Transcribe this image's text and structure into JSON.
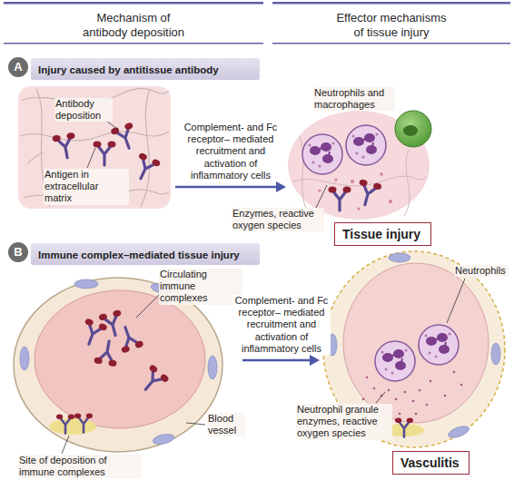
{
  "diagram": {
    "nodes": [
      {
        "text": [
          "A"
        ]
      },
      {
        "text": [
          "Injury caused by antitissue antibody"
        ]
      },
      {
        "text": [
          "Antibody deposition",
          "Antigen in extracellular matrix"
        ]
      },
      {
        "text": [
          "Neutrophils and macrophages",
          "Enzymes, reactive oxygen species"
        ]
      },
      {
        "text": [
          "Tissue injury"
        ]
      },
      {
        "text": [
          "B"
        ]
      },
      {
        "text": [
          "Immune complex–mediated tissue injury"
        ]
      },
      {
        "text": [
          "Circulating immune complexes",
          "Blood vessel",
          "Site of deposition of immune complexes"
        ]
      },
      {
        "text": [
          "Neutrophils",
          "Neutrophil granule enzymes, reactive oxygen species"
        ]
      },
      {
        "text": [
          "Vasculitis"
        ]
      }
    ],
    "edges": [
      {
        "from": 2,
        "to": 3,
        "arrow": "to",
        "label": "Complement- and Fc receptor– mediated recruitment and activation of inflammatory cells"
      },
      {
        "from": 7,
        "to": 8,
        "arrow": "to",
        "label": "Complement- and Fc receptor– mediated recruitment and activation of inflammatory cells"
      }
    ],
    "labels": [
      "Mechanism of antibody deposition",
      "Effector mechanisms of tissue injury"
    ]
  }
}
